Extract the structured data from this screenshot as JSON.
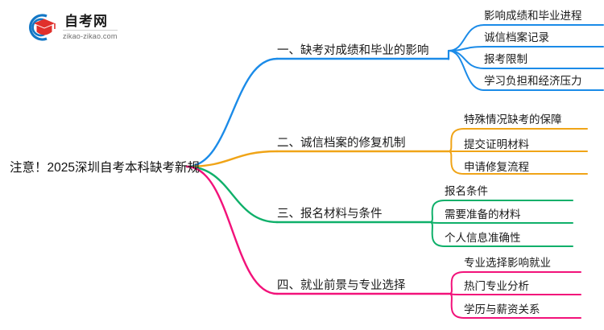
{
  "logo": {
    "title": "自考网",
    "subtitle": "zikao-zikao.com",
    "mark_name": "graduation-cap-logo-icon",
    "ring_color": "#1277C6",
    "cap_color": "#E0302C"
  },
  "mindmap": {
    "root": {
      "label": "注意！2025深圳自考本科缺考新规"
    },
    "branches": [
      {
        "label": "一、缺考对成绩和毕业的影响",
        "color": "#1B8BE8",
        "children": [
          {
            "label": "影响成绩和毕业进程"
          },
          {
            "label": "诚信档案记录"
          },
          {
            "label": "报考限制"
          },
          {
            "label": "学习负担和经济压力"
          }
        ]
      },
      {
        "label": "二、诚信档案的修复机制",
        "color": "#F0A417",
        "children": [
          {
            "label": "特殊情况缺考的保障"
          },
          {
            "label": "提交证明材料"
          },
          {
            "label": "申请修复流程"
          }
        ]
      },
      {
        "label": "三、报名材料与条件",
        "color": "#0FB06A",
        "children": [
          {
            "label": "报名条件"
          },
          {
            "label": "需要准备的材料"
          },
          {
            "label": "个人信息准确性"
          }
        ]
      },
      {
        "label": "四、就业前景与专业选择",
        "color": "#F2127A",
        "children": [
          {
            "label": "专业选择影响就业"
          },
          {
            "label": "热门专业分析"
          },
          {
            "label": "学历与薪资关系"
          }
        ]
      }
    ]
  }
}
